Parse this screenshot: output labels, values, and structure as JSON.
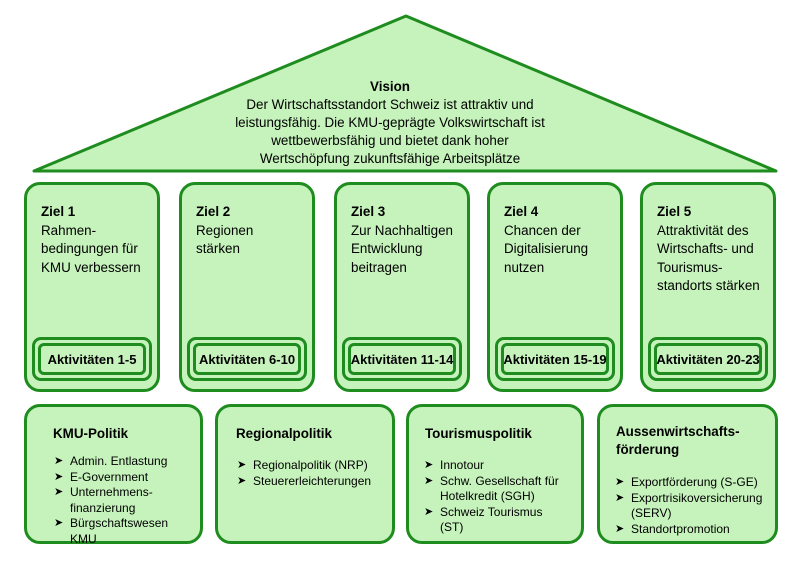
{
  "vision": {
    "title": "Vision",
    "line1": "Der Wirtschaftsstandort Schweiz ist attraktiv und",
    "line2": "leistungsfähig. Die KMU-geprägte Volkswirtschaft ist",
    "line3": "wettbewerbsfähig und bietet dank hoher",
    "line4": "Wertschöpfung zukunftsfähige Arbeitsplätze"
  },
  "goals": [
    {
      "title": "Ziel 1",
      "l1": "Rahmen-",
      "l2": "bedingungen für",
      "l3": "KMU verbessern",
      "l4": "",
      "activity": "Aktivitäten 1-5"
    },
    {
      "title": "Ziel 2",
      "l1": "Regionen",
      "l2": "stärken",
      "l3": "",
      "l4": "",
      "activity": "Aktivitäten 6-10"
    },
    {
      "title": "Ziel 3",
      "l1": "Zur Nachhaltigen",
      "l2": "Entwicklung",
      "l3": "beitragen",
      "l4": "",
      "activity": "Aktivitäten 11-14"
    },
    {
      "title": "Ziel 4",
      "l1": "Chancen der",
      "l2": "Digitalisierung",
      "l3": "nutzen",
      "l4": "",
      "activity": "Aktivitäten 15-19"
    },
    {
      "title": "Ziel 5",
      "l1": "Attraktivität des",
      "l2": "Wirtschafts- und",
      "l3": "Tourismus-",
      "l4": "standorts stärken",
      "activity": "Aktivitäten 20-23"
    }
  ],
  "policies": [
    {
      "title1": "KMU-Politik",
      "title2": "",
      "items": [
        "Admin. Entlastung",
        "E-Government",
        "Unternehmens-",
        "finanzierung",
        "Bürgschaftswesen",
        "KMU"
      ]
    },
    {
      "title1": "Regionalpolitik",
      "title2": "",
      "items": [
        "Regionalpolitik (NRP)",
        "Steuererleichterungen"
      ]
    },
    {
      "title1": "Tourismuspolitik",
      "title2": "",
      "items": [
        "Innotour",
        "Schw. Gesellschaft für",
        "Hotelkredit (SGH)",
        "Schweiz Tourismus",
        "(ST)"
      ]
    },
    {
      "title1": "Aussenwirtschafts-",
      "title2": "förderung",
      "items": [
        "Exportförderung (S-GE)",
        "Exportrisikoversicherung",
        "(SERV)",
        "Standortpromotion"
      ]
    }
  ],
  "colors": {
    "fill": "#c6f3bc",
    "border": "#1e8c1e"
  },
  "icons": {
    "bullet": "arrowhead-bullet-icon"
  }
}
